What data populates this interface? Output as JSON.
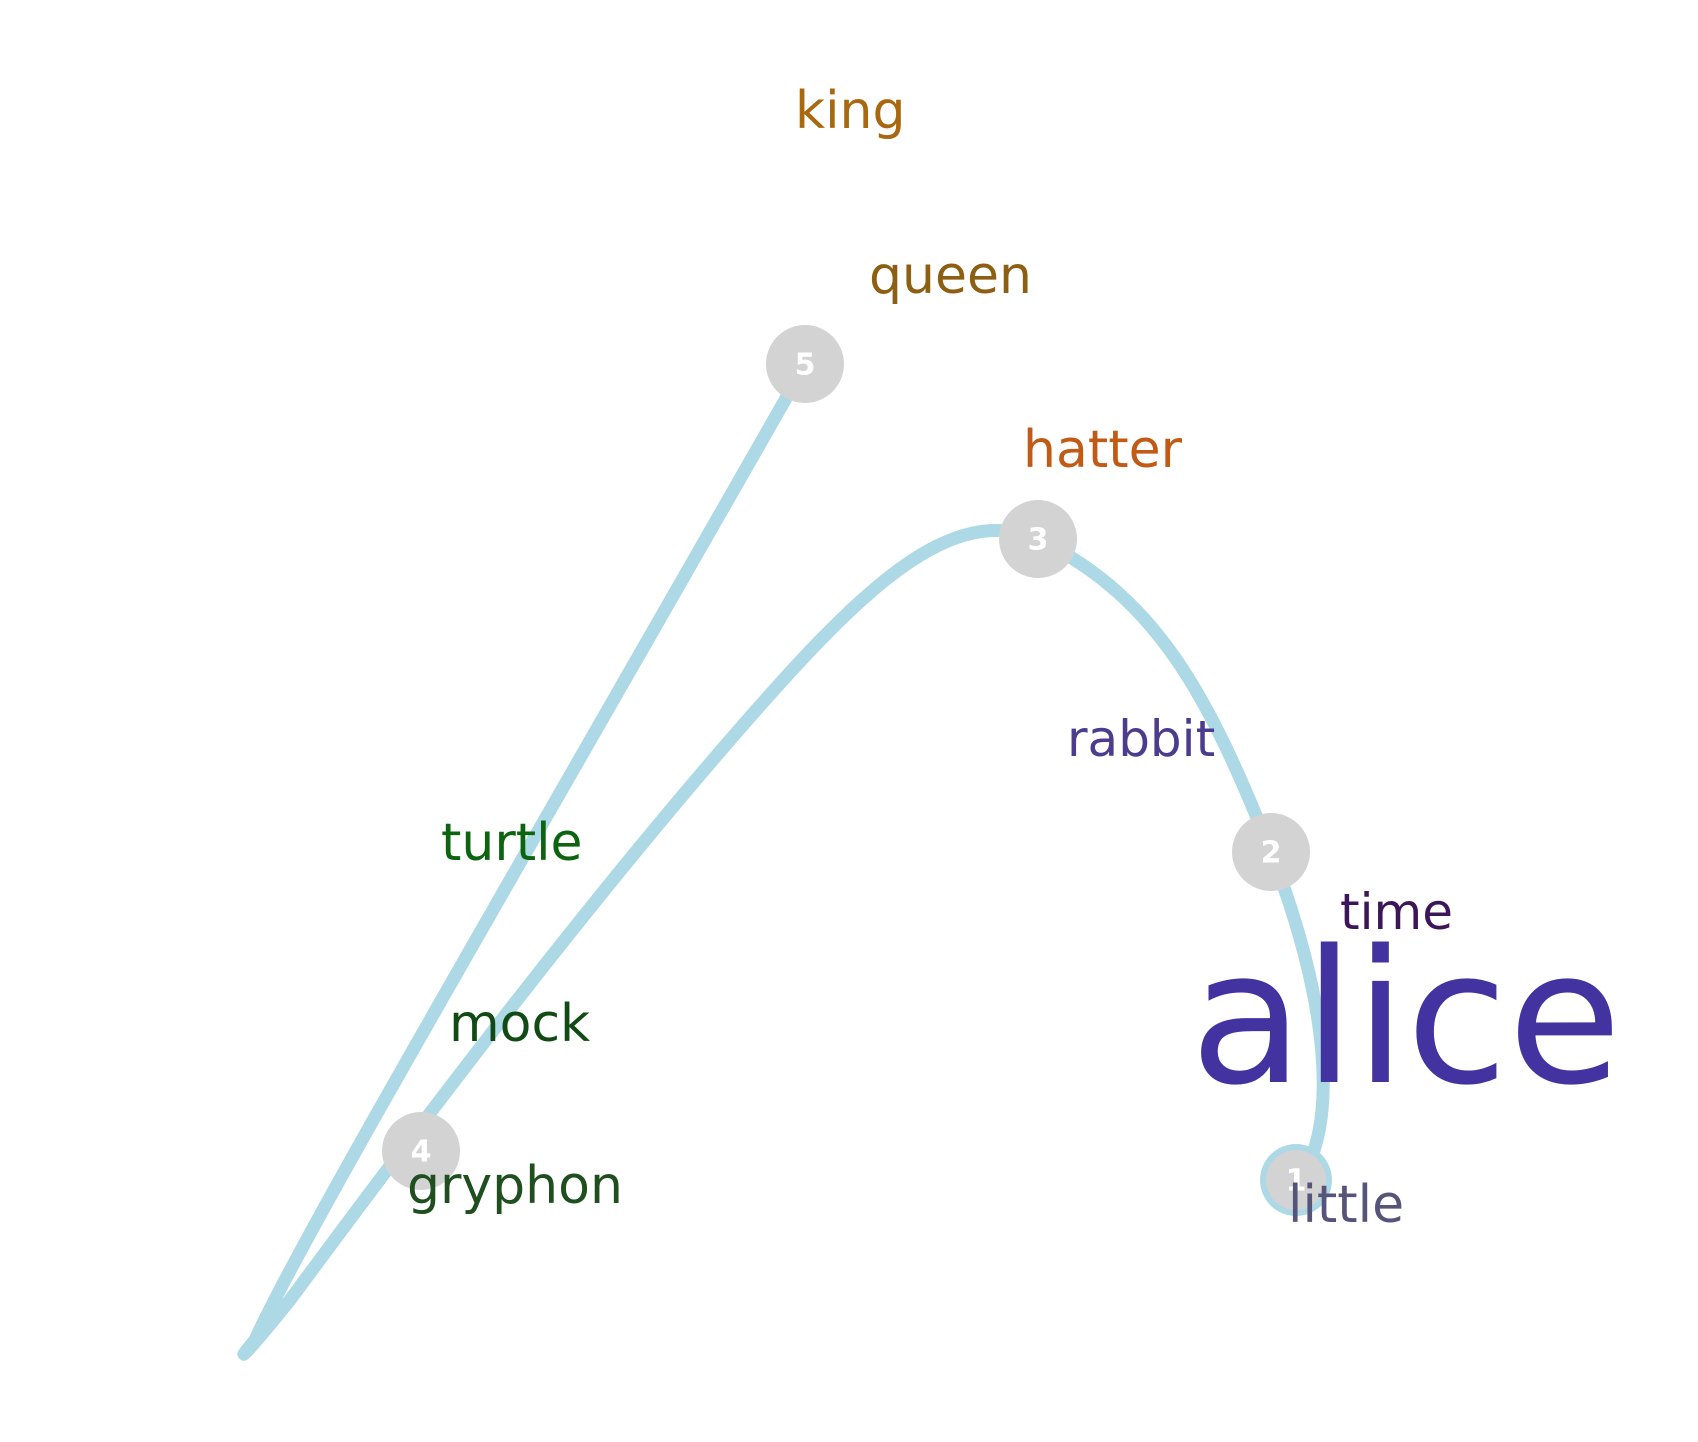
{
  "path": {
    "color": "#add8e6",
    "node_color": "#d3d3d3",
    "nodes": [
      {
        "label": "1"
      },
      {
        "label": "2"
      },
      {
        "label": "3"
      },
      {
        "label": "4"
      },
      {
        "label": "5"
      }
    ]
  },
  "words": [
    {
      "text": "king",
      "color": "#a8680f"
    },
    {
      "text": "queen",
      "color": "#8d5f12"
    },
    {
      "text": "hatter",
      "color": "#c05a14"
    },
    {
      "text": "rabbit",
      "color": "#4b3c8e"
    },
    {
      "text": "turtle",
      "color": "#0c6410"
    },
    {
      "text": "time",
      "color": "#3d1559"
    },
    {
      "text": "alice",
      "color": "#4333a0"
    },
    {
      "text": "mock",
      "color": "#114a12"
    },
    {
      "text": "gryphon",
      "color": "#1f4f1f"
    },
    {
      "text": "little",
      "color": "#57547a"
    }
  ]
}
